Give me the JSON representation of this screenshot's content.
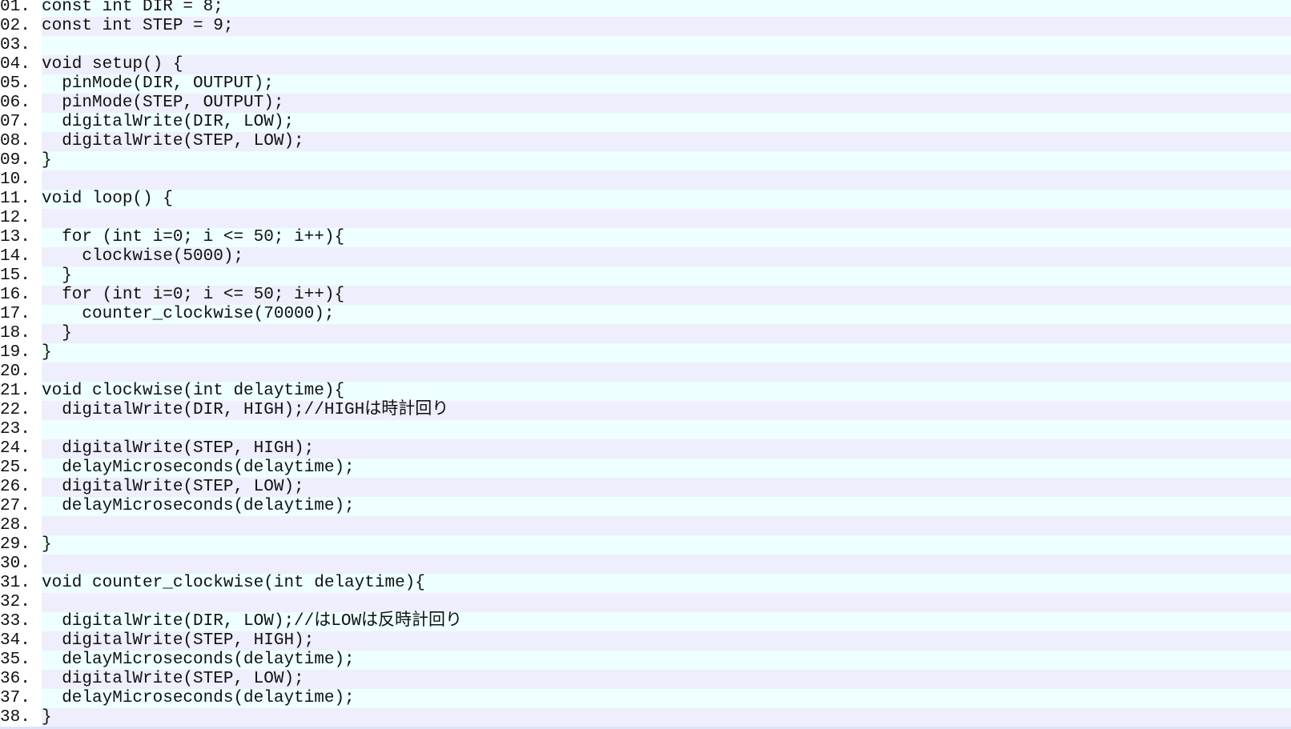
{
  "lines": [
    {
      "n": "01.",
      "t": "const int DIR = 8;"
    },
    {
      "n": "02.",
      "t": "const int STEP = 9;"
    },
    {
      "n": "03.",
      "t": ""
    },
    {
      "n": "04.",
      "t": "void setup() {"
    },
    {
      "n": "05.",
      "t": "  pinMode(DIR, OUTPUT);"
    },
    {
      "n": "06.",
      "t": "  pinMode(STEP, OUTPUT);"
    },
    {
      "n": "07.",
      "t": "  digitalWrite(DIR, LOW);"
    },
    {
      "n": "08.",
      "t": "  digitalWrite(STEP, LOW);"
    },
    {
      "n": "09.",
      "t": "}"
    },
    {
      "n": "10.",
      "t": ""
    },
    {
      "n": "11.",
      "t": "void loop() {"
    },
    {
      "n": "12.",
      "t": ""
    },
    {
      "n": "13.",
      "t": "  for (int i=0; i <= 50; i++){"
    },
    {
      "n": "14.",
      "t": "    clockwise(5000);"
    },
    {
      "n": "15.",
      "t": "  }"
    },
    {
      "n": "16.",
      "t": "  for (int i=0; i <= 50; i++){"
    },
    {
      "n": "17.",
      "t": "    counter_clockwise(70000);"
    },
    {
      "n": "18.",
      "t": "  }"
    },
    {
      "n": "19.",
      "t": "}"
    },
    {
      "n": "20.",
      "t": ""
    },
    {
      "n": "21.",
      "t": "void clockwise(int delaytime){"
    },
    {
      "n": "22.",
      "t": "  digitalWrite(DIR, HIGH);//HIGHは時計回り"
    },
    {
      "n": "23.",
      "t": ""
    },
    {
      "n": "24.",
      "t": "  digitalWrite(STEP, HIGH);"
    },
    {
      "n": "25.",
      "t": "  delayMicroseconds(delaytime);"
    },
    {
      "n": "26.",
      "t": "  digitalWrite(STEP, LOW);"
    },
    {
      "n": "27.",
      "t": "  delayMicroseconds(delaytime);"
    },
    {
      "n": "28.",
      "t": ""
    },
    {
      "n": "29.",
      "t": "}"
    },
    {
      "n": "30.",
      "t": ""
    },
    {
      "n": "31.",
      "t": "void counter_clockwise(int delaytime){"
    },
    {
      "n": "32.",
      "t": ""
    },
    {
      "n": "33.",
      "t": "  digitalWrite(DIR, LOW);//はLOWは反時計回り"
    },
    {
      "n": "34.",
      "t": "  digitalWrite(STEP, HIGH);"
    },
    {
      "n": "35.",
      "t": "  delayMicroseconds(delaytime);"
    },
    {
      "n": "36.",
      "t": "  digitalWrite(STEP, LOW);"
    },
    {
      "n": "37.",
      "t": "  delayMicroseconds(delaytime);"
    },
    {
      "n": "38.",
      "t": "}"
    }
  ],
  "colors": {
    "row_odd": "#eeffff",
    "row_even": "#eeeefc"
  }
}
